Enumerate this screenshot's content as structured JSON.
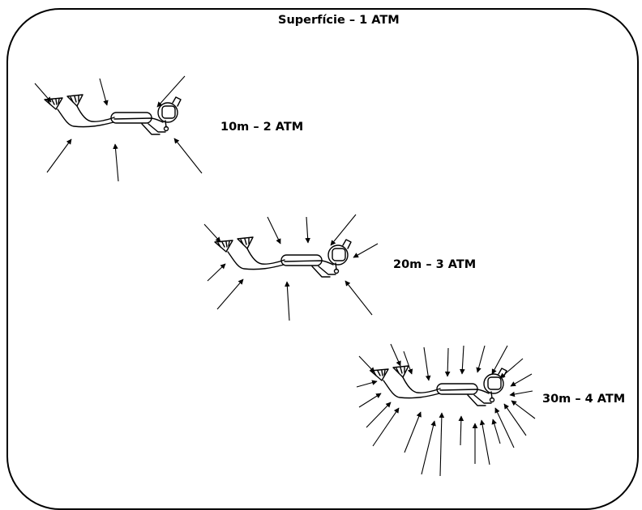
{
  "surface_label": "Superfície – 1 ATM",
  "depths": [
    {
      "label": "10m – 2 ATM"
    },
    {
      "label": "20m – 3 ATM"
    },
    {
      "label": "30m – 4 ATM"
    }
  ],
  "colors": {
    "ink": "#000000",
    "background": "#ffffff"
  }
}
